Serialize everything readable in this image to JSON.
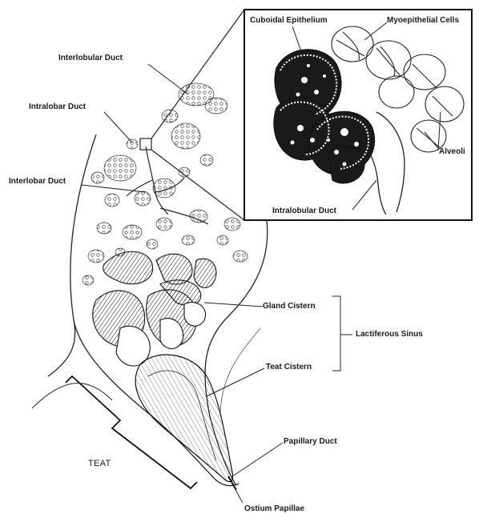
{
  "labels": {
    "interlobular_duct": "Interlobular Duct",
    "intralobar_duct": "Intralobar Duct",
    "interlobar_duct": "Interlobar Duct",
    "cuboidal_epithelium": "Cuboidal Epithelium",
    "myoepithelial_cells": "Myoepithelial Cells",
    "alveoli": "Alveoli",
    "intralobular_duct": "Intralobular Duct",
    "gland_cistern": "Gland Cistern",
    "lactiferous_sinus": "Lactiferous Sinus",
    "teat_cistern": "Teat Cistern",
    "papillary_duct": "Papillary Duct",
    "teat": "TEAT",
    "ostium_papillae": "Ostium Papillae"
  }
}
